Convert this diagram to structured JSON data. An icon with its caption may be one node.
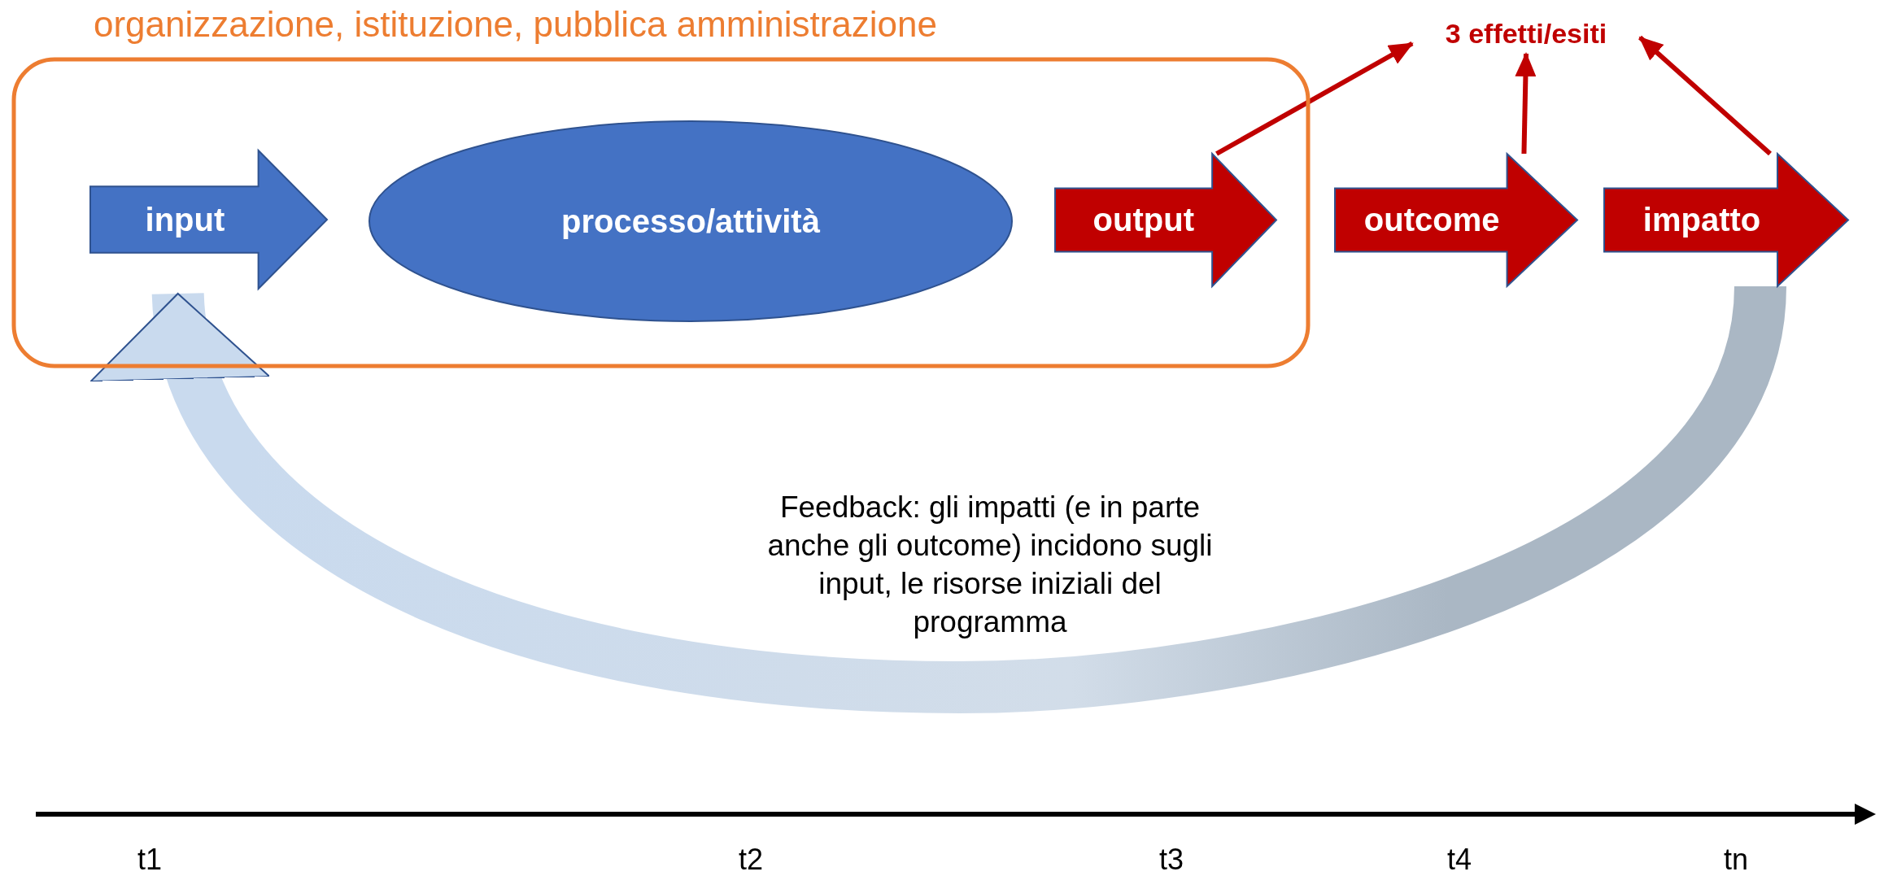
{
  "diagram": {
    "nodes": [
      {
        "text": [
          "organizzazione, istituzione, pubblica amministrazione"
        ]
      },
      {
        "text": [
          "input"
        ],
        "in": 0
      },
      {
        "text": [
          "processo/attività"
        ],
        "in": 0
      },
      {
        "text": [
          "output"
        ],
        "in": 0
      },
      {
        "text": [
          "outcome"
        ]
      },
      {
        "text": [
          "impatto"
        ]
      },
      {
        "text": [
          "3 effetti/esiti"
        ]
      }
    ],
    "edges": [
      {
        "from": 3,
        "to": 6,
        "arrow": "to"
      },
      {
        "from": 4,
        "to": 6,
        "arrow": "to"
      },
      {
        "from": 5,
        "to": 6,
        "arrow": "to"
      },
      {
        "from": 5,
        "to": 1,
        "arrow": "to",
        "style": "thick",
        "color": "#c9daee",
        "label": "Feedback: gli impatti (e in parte anche gli outcome) incidono sugli input, le risorse iniziali del programma"
      }
    ],
    "labels": [
      "t1",
      "t2",
      "t3",
      "t4",
      "tn"
    ]
  }
}
